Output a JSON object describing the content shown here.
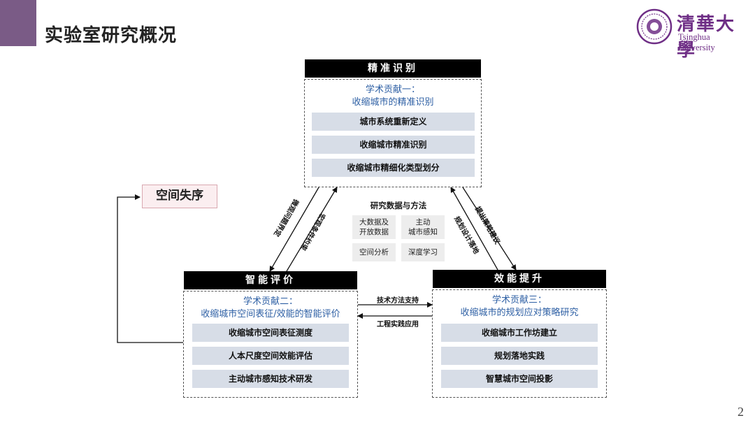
{
  "slide": {
    "title": "实验室研究概况",
    "page_number": "2"
  },
  "logo": {
    "cn_name": "清華大學",
    "en_name": "Tsinghua University",
    "brand_color": "#6f2f86"
  },
  "top_box": {
    "header": "精准识别",
    "contribution_line1": "学术贡献一：",
    "contribution_line2": "收缩城市的精准识别",
    "items": [
      "城市系统重新定义",
      "收缩城市精准识别",
      "收缩城市精细化类型划分"
    ]
  },
  "left_box": {
    "header": "智能评价",
    "contribution_line1": "学术贡献二：",
    "contribution_line2": "收缩城市空间表征/效能的智能评价",
    "items": [
      "收缩城市空间表征测度",
      "人本尺度空间效能评估",
      "主动城市感知技术研发"
    ]
  },
  "right_box": {
    "header": "效能提升",
    "contribution_line1": "学术贡献三：",
    "contribution_line2": "收缩城市的规划应对策略研究",
    "items": [
      "收缩城市工作坊建立",
      "规划落地实践",
      "智慧城市空间投影"
    ]
  },
  "center": {
    "title": "研究数据与方法",
    "methods": [
      {
        "line1": "大数据及",
        "line2": "开放数据"
      },
      {
        "line1": "主动",
        "line2": "城市感知"
      },
      {
        "line1": "空间分析",
        "line2": ""
      },
      {
        "line1": "深度学习",
        "line2": ""
      }
    ]
  },
  "side_label": "空间失序",
  "arrow_labels": {
    "left_outer": "微观问题界定",
    "left_inner": "宏观条件约束",
    "right_outer": "提出策略建议",
    "right_inner": "规划设计落地",
    "bottom_top": "技术方法支持",
    "bottom_bottom": "工程实践应用"
  },
  "colors": {
    "accent_bar": "#7a5b86",
    "contribution_text": "#2d5fa4",
    "item_fill": "#d7dde7",
    "side_label_fill": "#fbeef0"
  }
}
